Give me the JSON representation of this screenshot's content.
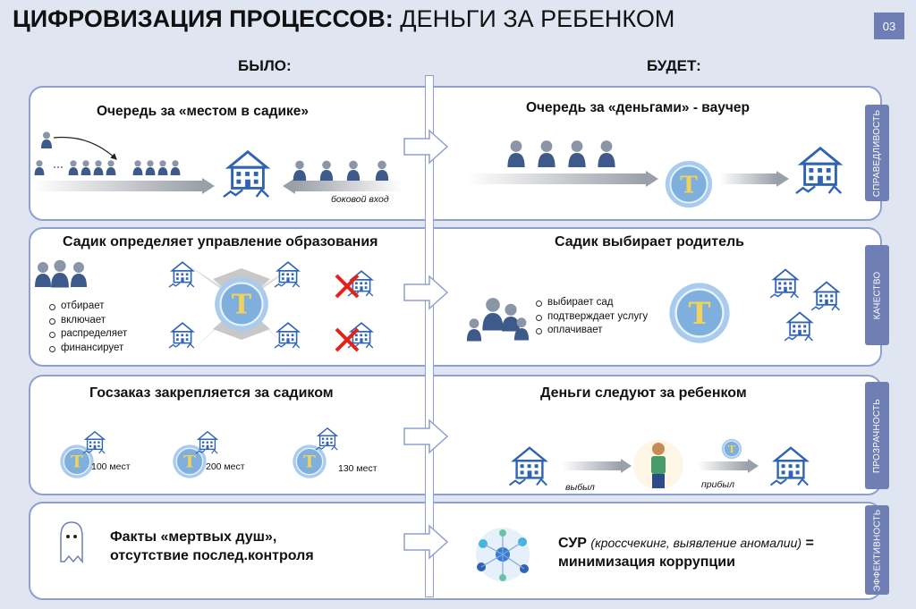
{
  "header": {
    "title_bold": "ЦИФРОВИЗАЦИЯ ПРОЦЕССОВ:",
    "title_rest": " ДЕНЬГИ ЗА РЕБЕНКОМ",
    "page_number": "03"
  },
  "columns": {
    "before": "БЫЛО:",
    "after": "БУДЕТ:"
  },
  "rows": [
    {
      "left_title": "Очередь за «местом в садике»",
      "left_note": "боковой вход",
      "right_title": "Очередь за «деньгами» - ваучер",
      "side_label": "СПРАВЕДЛИВОСТЬ"
    },
    {
      "left_title": "Садик определяет управление образования",
      "left_bullets": [
        "отбирает",
        "включает",
        "распределяет",
        "финансирует"
      ],
      "right_title": "Садик выбирает родитель",
      "right_bullets": [
        "выбирает сад",
        "подтверждает услугу",
        "оплачивает"
      ],
      "side_label": "КАЧЕСТВО"
    },
    {
      "left_title": "Госзаказ закрепляется за садиком",
      "left_places": [
        "100 мест",
        "200 мест",
        "130 мест"
      ],
      "right_title": "Деньги следуют за ребенком",
      "right_left_label": "выбыл",
      "right_right_label": "прибыл",
      "side_label": "ПРОЗРАЧНОСТЬ"
    },
    {
      "left_text_line1": "Факты «мертвых душ»,",
      "left_text_line2": "отсутствие послед.контроля",
      "right_text_bold1": "СУР ",
      "right_text_italic": "(кроссчекинг, выявление аномалии)",
      "right_text_eq": " =",
      "right_text_line2": "минимизация коррупции",
      "side_label": "ЭФФЕКТИВНОСТЬ"
    }
  ],
  "icons": {
    "coin_symbol": "Т"
  },
  "colors": {
    "accent": "#6f7fb6",
    "panel_border": "#8f9fd0",
    "building": "#2f63b3",
    "coin": "#7fb0dd"
  }
}
